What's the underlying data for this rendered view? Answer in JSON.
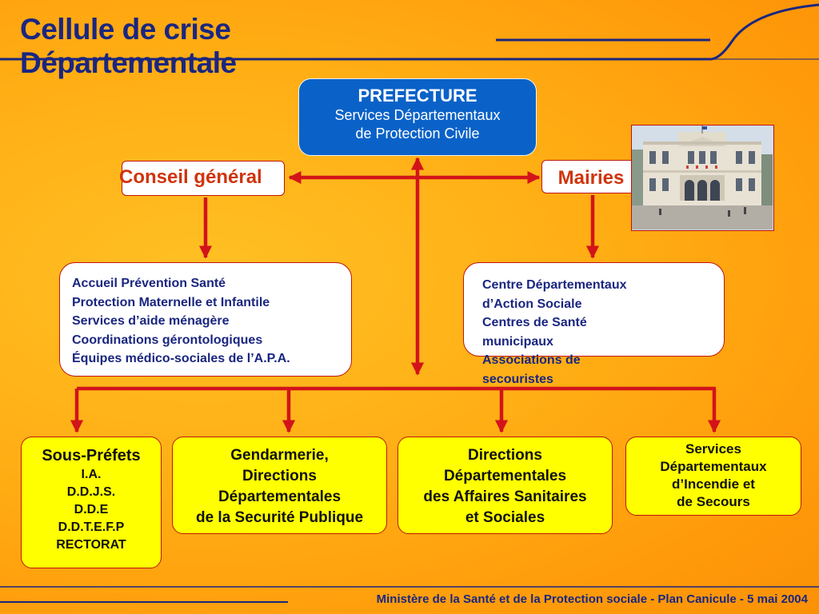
{
  "title": {
    "line1": "Cellule de crise",
    "line2": "Départementale"
  },
  "prefecture": {
    "main": "PREFECTURE",
    "sub_line1": "Services Départementaux",
    "sub_line2": "de Protection Civile"
  },
  "conseil_general": {
    "label": "Conseil général"
  },
  "mairies": {
    "label": "Mairies"
  },
  "conseil_services": [
    "Accueil Prévention Santé",
    "Protection Maternelle et Infantile",
    "Services d’aide ménagère",
    "Coordinations gérontologiques",
    "Équipes médico-sociales de l’A.P.A."
  ],
  "mairies_services": [
    "Centre Départementaux",
    "d’Action Sociale",
    "Centres de Santé",
    "municipaux",
    "Associations de",
    "secouristes"
  ],
  "bottom_boxes": {
    "sous_prefets": {
      "head": "Sous-Préfets",
      "lines": [
        "I.A.",
        "D.D.J.S.",
        "D.D.E",
        "D.D.T.E.F.P",
        "RECTORAT"
      ]
    },
    "gendarmerie": {
      "lines": [
        "Gendarmerie,",
        "Directions",
        "Départementales",
        "de la Securité Publique"
      ]
    },
    "directions_sanitaires": {
      "lines": [
        "Directions",
        "Départementales",
        "des Affaires Sanitaires",
        "et Sociales"
      ]
    },
    "sdis": {
      "lines": [
        "Services",
        "Départementaux",
        "d’Incendie et",
        "de Secours"
      ]
    }
  },
  "footer": {
    "text": "Ministère de la Santé et de la Protection sociale - Plan Canicule - 5 mai 2004"
  },
  "colors": {
    "arrow": "#d2141a",
    "title": "#1a2680",
    "prefecture_fill": "#0a62c8",
    "bottom_box_fill": "#ffff00",
    "label_red": "#d0340a"
  }
}
